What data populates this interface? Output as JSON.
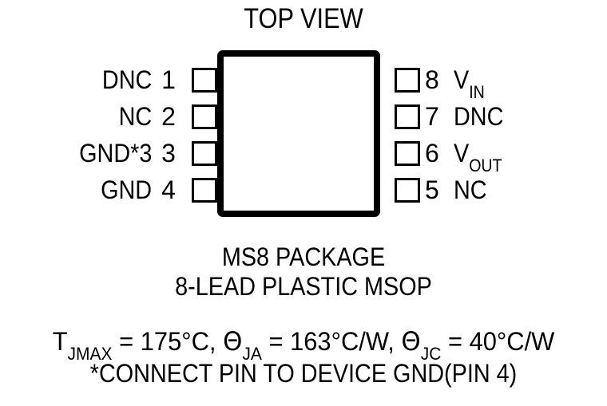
{
  "diagram": {
    "title": "TOP VIEW",
    "package_outline": {
      "shape": "rounded-rectangle",
      "pin_count": 8,
      "pins_per_side": 4
    },
    "left_pins": [
      {
        "signal": "DNC",
        "number": "1"
      },
      {
        "signal": "NC",
        "number": "2"
      },
      {
        "signal": "GND*3",
        "number": "3"
      },
      {
        "signal": "GND",
        "number": "4"
      }
    ],
    "right_pins": [
      {
        "number": "8",
        "signal_main": "V",
        "signal_sub": "IN"
      },
      {
        "number": "7",
        "signal_main": "DNC",
        "signal_sub": ""
      },
      {
        "number": "6",
        "signal_main": "V",
        "signal_sub": "OUT"
      },
      {
        "number": "5",
        "signal_main": "NC",
        "signal_sub": ""
      }
    ],
    "caption": {
      "package_name": "MS8 PACKAGE",
      "lead_description": "8-LEAD PLASTIC MSOP",
      "thermal": {
        "tjmax_main": "T",
        "tjmax_sub": "JMAX",
        "tjmax_value": " = 175°C, ",
        "theta_ja_symbol": "Θ",
        "theta_ja_sub": "JA",
        "theta_ja_value": " = 163°C/W, ",
        "theta_jc_symbol": "Θ",
        "theta_jc_sub": "JC",
        "theta_jc_value": " = 40°C/W"
      },
      "footnote": "*CONNECT PIN TO DEVICE GND(PIN 4)"
    },
    "colors": {
      "ink": "#000000",
      "background": "#ffffff"
    }
  }
}
